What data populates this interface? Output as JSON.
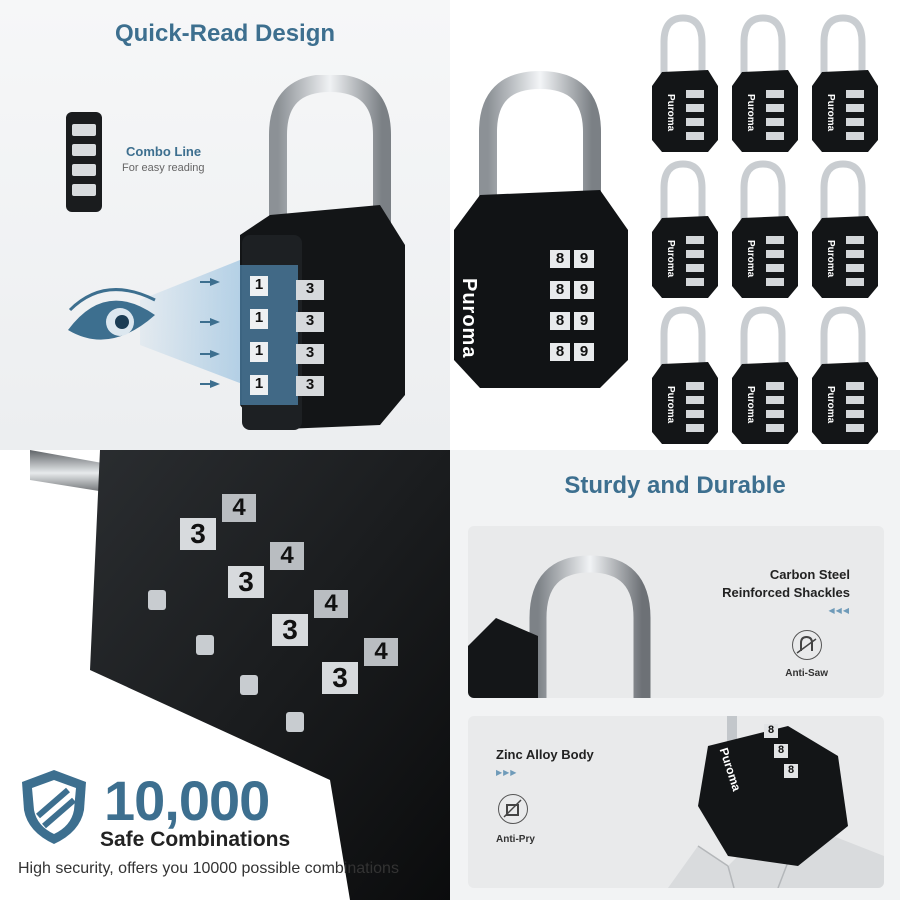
{
  "panel_quick_read": {
    "title": "Quick-Read Design",
    "combo_line_title": "Combo Line",
    "combo_line_subtitle": "For easy reading",
    "dial_digits_left": [
      "1",
      "1",
      "1",
      "1"
    ],
    "dial_digits_right": [
      "3",
      "3",
      "3",
      "3"
    ]
  },
  "panel_multi_lock": {
    "brand": "Puroma",
    "dial_digits_left": [
      "8",
      "8",
      "8",
      "8"
    ],
    "dial_digits_right": [
      "9",
      "9",
      "9",
      "9"
    ]
  },
  "panel_combinations": {
    "big_number": "10,000",
    "subtitle": "Safe Combinations",
    "description": "High security, offers you 10000 possible combinations",
    "dial_digits_left": [
      "3",
      "3",
      "3",
      "3"
    ],
    "dial_digits_right": [
      "4",
      "4",
      "4",
      "4"
    ]
  },
  "panel_sturdy": {
    "title": "Sturdy and Durable",
    "feature_shackle_line1": "Carbon Steel",
    "feature_shackle_line2": "Reinforced Shackles",
    "feature_shackle_badge": "Anti-Saw",
    "feature_body_title": "Zinc Alloy Body",
    "feature_body_badge": "Anti-Pry",
    "brand": "Puroma",
    "dial_digit": "8"
  },
  "colors": {
    "accent_blue": "#3d6f8f",
    "lock_body": "#121416",
    "chrome": "#c9cdd1"
  }
}
